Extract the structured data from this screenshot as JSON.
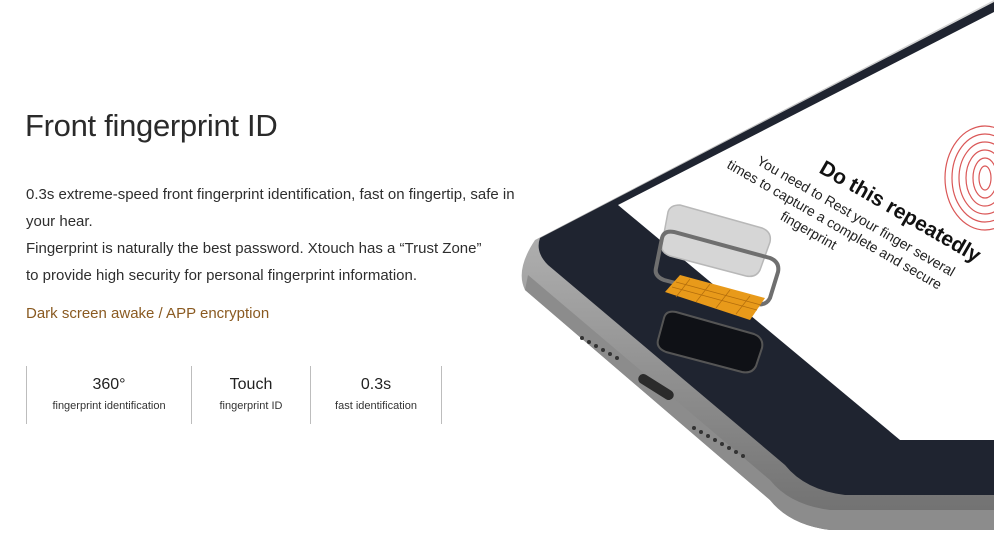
{
  "heading": "Front fingerprint ID",
  "description": [
    "0.3s extreme-speed front fingerprint identification, fast on fingertip, safe in",
    "your hear.",
    "Fingerprint is naturally the best password. Xtouch has a “Trust Zone”",
    "to provide high security for personal fingerprint information."
  ],
  "feature_link": "Dark screen awake / APP encryption",
  "stats": [
    {
      "value": "360°",
      "label": "fingerprint identification"
    },
    {
      "value": "Touch",
      "label": "fingerprint ID"
    },
    {
      "value": "0.3s",
      "label": "fast identification"
    }
  ],
  "phone_screen": {
    "title": "Do this repeatedly",
    "line1": "You need to Rest your finger several",
    "line2": "times to capture a complete and secure",
    "line3": "fingerprint"
  },
  "colors": {
    "accent": "#8a5a21",
    "sensor": "#e89a1a",
    "bezel": "#1f2430"
  }
}
